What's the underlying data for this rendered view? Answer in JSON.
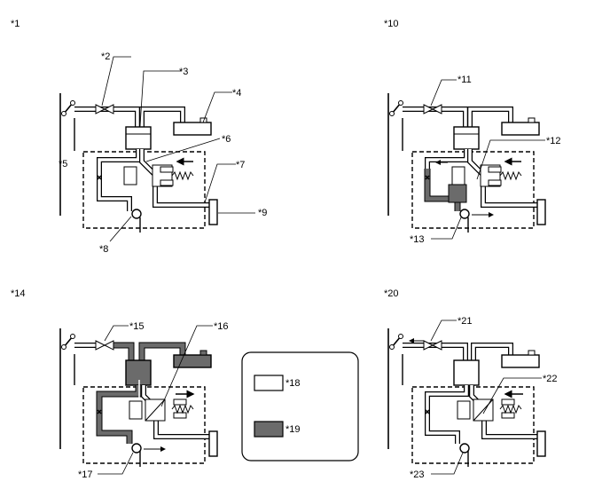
{
  "labels": {
    "q1": "*1",
    "q10": "*10",
    "q14": "*14",
    "q20": "*20",
    "c2": "*2",
    "c3": "*3",
    "c4": "*4",
    "c5": "*5",
    "c6": "*6",
    "c7": "*7",
    "c8": "*8",
    "c9": "*9",
    "c11": "*11",
    "c12": "*12",
    "c13": "*13",
    "c15": "*15",
    "c16": "*16",
    "c17": "*17",
    "c21": "*21",
    "c22": "*22",
    "c23": "*23"
  },
  "legend": {
    "light": "*18",
    "dark": "*19"
  },
  "colors": {
    "fluid_light": "#ffffff",
    "fluid_dark": "#6b6b6b",
    "stroke": "#000000"
  }
}
